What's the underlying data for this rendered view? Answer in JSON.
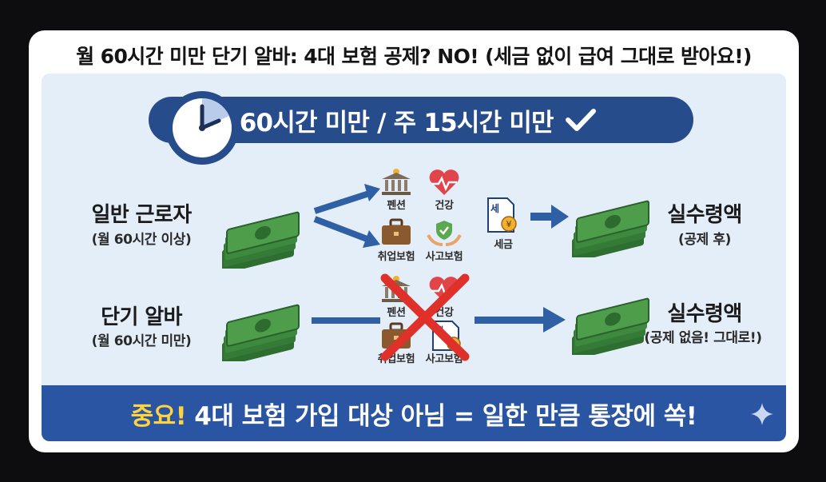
{
  "title": "월 60시간 미만 단기 알바: 4대 보험 공제? NO! (세금 없이 급여 그대로 받아요!)",
  "condition": "월 60시간 미만 / 주 15시간 미만",
  "rows": [
    {
      "label": "일반 근로자",
      "sub": "(월 60시간 이상)",
      "result_label": "실수령액",
      "result_sub": "(공제 후)"
    },
    {
      "label": "단기 알바",
      "sub": "(월 60시간 미만)",
      "result_label": "실수령액",
      "result_sub": "(공제 없음! 그대로!)"
    }
  ],
  "deductions": {
    "pension": "펜션",
    "health": "건강",
    "employment": "취업보험",
    "accident": "사고보험",
    "tax": "세금",
    "tax_glyph": "세"
  },
  "bottom": {
    "highlight": "중요!",
    "text": "4대 보험 가입 대상 아님 = 일한 만큼 통장에 쏙!"
  },
  "colors": {
    "navy": "#274c8c",
    "banner": "#2a55a3",
    "arrow": "#2f5fa5",
    "money": "#3d8a3e",
    "cross": "#e0302a",
    "highlight": "#ffd23f"
  }
}
